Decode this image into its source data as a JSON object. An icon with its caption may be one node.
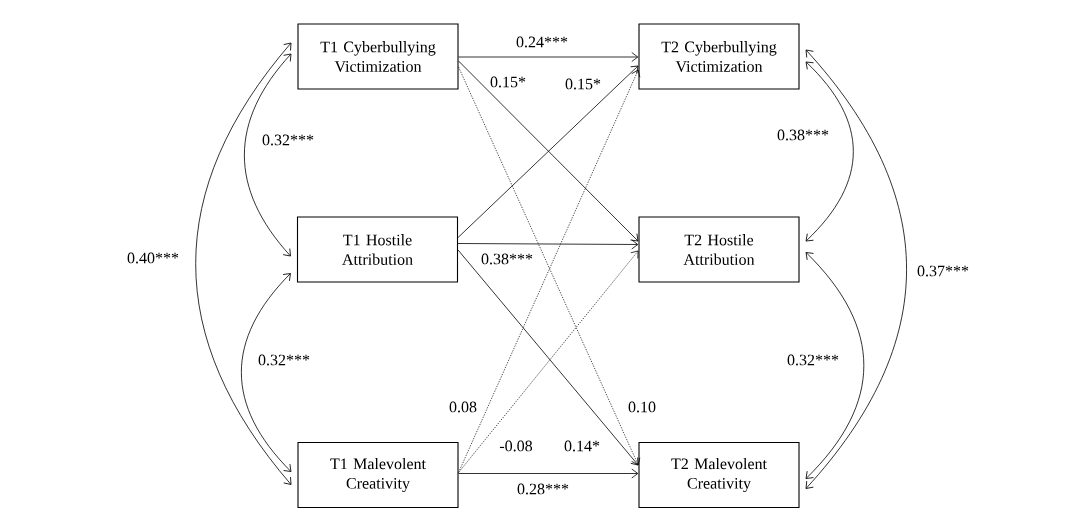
{
  "diagram": {
    "nodes": [
      {
        "text": [
          "T1 Cyberbullying Victimization"
        ]
      },
      {
        "text": [
          "T2 Cyberbullying Victimization"
        ]
      },
      {
        "text": [
          "T1 Hostile Attribution"
        ]
      },
      {
        "text": [
          "T2 Hostile Attribution"
        ]
      },
      {
        "text": [
          "T1 Malevolent Creativity"
        ]
      },
      {
        "text": [
          "T2 Malevolent Creativity"
        ]
      }
    ],
    "edges": [
      {
        "from": 0,
        "to": 1,
        "arrow": "to",
        "label": "0.24***"
      },
      {
        "from": 0,
        "to": 3,
        "arrow": "to",
        "label": "0.15*"
      },
      {
        "from": 0,
        "to": 5,
        "arrow": "to",
        "label": "0.10",
        "style": "dashed"
      },
      {
        "from": 2,
        "to": 1,
        "arrow": "to",
        "label": "0.15*"
      },
      {
        "from": 2,
        "to": 3,
        "arrow": "to",
        "label": "0.38***"
      },
      {
        "from": 2,
        "to": 5,
        "arrow": "to",
        "label": "0.14*"
      },
      {
        "from": 4,
        "to": 1,
        "arrow": "to",
        "label": "0.08",
        "style": "dashed"
      },
      {
        "from": 4,
        "to": 3,
        "arrow": "to",
        "label": "-0.08",
        "style": "dashed"
      },
      {
        "from": 4,
        "to": 5,
        "arrow": "to",
        "label": "0.28***"
      },
      {
        "from": 0,
        "to": 2,
        "arrow": "both",
        "label": "0.32***"
      },
      {
        "from": 2,
        "to": 4,
        "arrow": "both",
        "label": "0.32***"
      },
      {
        "from": 0,
        "to": 4,
        "arrow": "both",
        "label": "0.40***"
      },
      {
        "from": 1,
        "to": 3,
        "arrow": "both",
        "label": "0.38***"
      },
      {
        "from": 3,
        "to": 5,
        "arrow": "both",
        "label": "0.32***"
      },
      {
        "from": 1,
        "to": 5,
        "arrow": "both",
        "label": "0.37***"
      }
    ]
  }
}
